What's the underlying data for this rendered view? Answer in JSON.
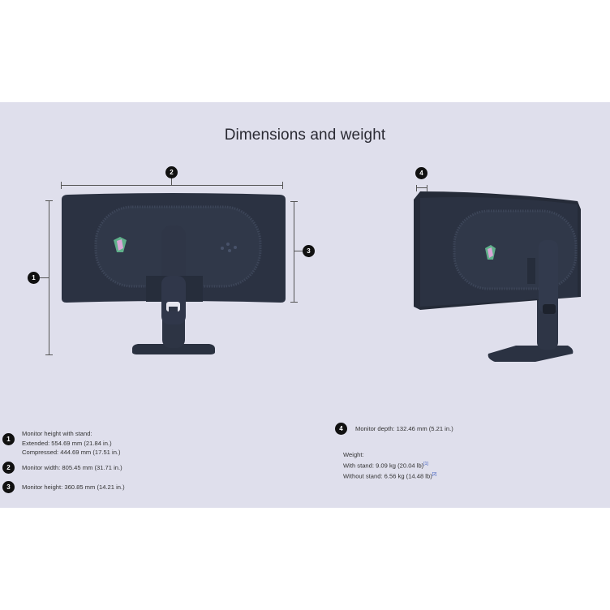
{
  "page": {
    "title": "Dimensions and weight"
  },
  "badges": [
    "1",
    "2",
    "3",
    "4"
  ],
  "specs": {
    "height_with_stand": {
      "label": "Monitor height with stand:",
      "extended": "Extended: 554.69 mm (21.84 in.)",
      "compressed": "Compressed: 444.69 mm (17.51 in.)"
    },
    "width": "Monitor width: 805.45 mm (31.71 in.)",
    "height": "Monitor height: 360.85 mm (14.21 in.)",
    "depth": "Monitor depth: 132.46 mm (5.21 in.)",
    "weight": {
      "label": "Weight:",
      "with_stand": "With stand: 9.09 kg (20.04 lb)",
      "with_stand_note": "[1]",
      "without_stand": "Without stand: 6.56 kg  (14.48 lb)",
      "without_stand_note": "[2]"
    }
  },
  "colors": {
    "background": "#dfdfec",
    "monitor_body": "#2b3242",
    "badge": "#111111"
  }
}
